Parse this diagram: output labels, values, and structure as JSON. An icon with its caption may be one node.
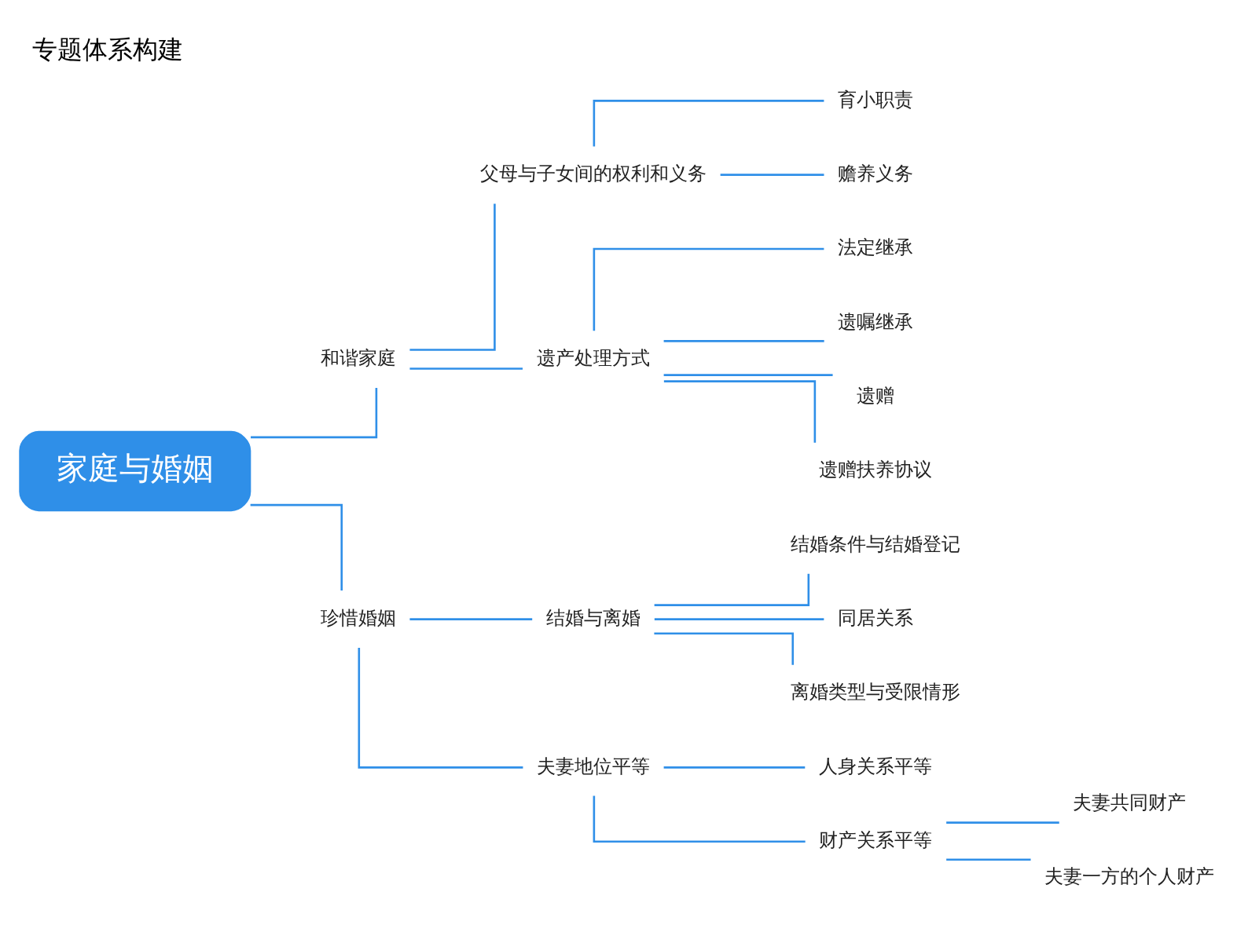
{
  "diagram": {
    "title": "专题体系构建",
    "nodes": [
      {
        "text": [
          "家庭与婚姻"
        ]
      },
      {
        "text": [
          "和谐家庭"
        ]
      },
      {
        "text": [
          "父母与子女间的权利和义务"
        ]
      },
      {
        "text": [
          "育小职责"
        ]
      },
      {
        "text": [
          "赡养义务"
        ]
      },
      {
        "text": [
          "遗产处理方式"
        ]
      },
      {
        "text": [
          "法定继承"
        ]
      },
      {
        "text": [
          "遗嘱继承"
        ]
      },
      {
        "text": [
          "遗赠"
        ]
      },
      {
        "text": [
          "遗赠扶养协议"
        ]
      },
      {
        "text": [
          "珍惜婚姻"
        ]
      },
      {
        "text": [
          "结婚与离婚"
        ]
      },
      {
        "text": [
          "结婚条件与结婚登记"
        ]
      },
      {
        "text": [
          "同居关系"
        ]
      },
      {
        "text": [
          "离婚类型与受限情形"
        ]
      },
      {
        "text": [
          "夫妻地位平等"
        ]
      },
      {
        "text": [
          "人身关系平等"
        ]
      },
      {
        "text": [
          "财产关系平等"
        ]
      },
      {
        "text": [
          "夫妻共同财产"
        ]
      },
      {
        "text": [
          "夫妻一方的个人财产"
        ]
      }
    ],
    "edges": [
      {
        "from": 0,
        "to": 1,
        "arrow": "none"
      },
      {
        "from": 0,
        "to": 10,
        "arrow": "none"
      },
      {
        "from": 1,
        "to": 2,
        "arrow": "none"
      },
      {
        "from": 1,
        "to": 5,
        "arrow": "none"
      },
      {
        "from": 2,
        "to": 3,
        "arrow": "none"
      },
      {
        "from": 2,
        "to": 4,
        "arrow": "none"
      },
      {
        "from": 5,
        "to": 6,
        "arrow": "none"
      },
      {
        "from": 5,
        "to": 7,
        "arrow": "none"
      },
      {
        "from": 5,
        "to": 8,
        "arrow": "none"
      },
      {
        "from": 5,
        "to": 9,
        "arrow": "none"
      },
      {
        "from": 10,
        "to": 11,
        "arrow": "none"
      },
      {
        "from": 10,
        "to": 15,
        "arrow": "none"
      },
      {
        "from": 11,
        "to": 12,
        "arrow": "none"
      },
      {
        "from": 11,
        "to": 13,
        "arrow": "none"
      },
      {
        "from": 11,
        "to": 14,
        "arrow": "none"
      },
      {
        "from": 15,
        "to": 16,
        "arrow": "none"
      },
      {
        "from": 15,
        "to": 17,
        "arrow": "none"
      },
      {
        "from": 17,
        "to": 18,
        "arrow": "none"
      },
      {
        "from": 17,
        "to": 19,
        "arrow": "none"
      }
    ]
  }
}
